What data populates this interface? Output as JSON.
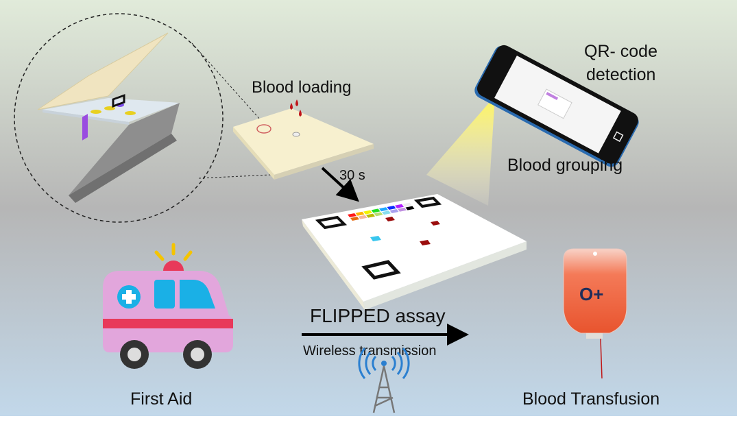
{
  "labels": {
    "blood_loading": "Blood loading",
    "time": "30 s",
    "qr_line1": "QR- code",
    "qr_line2": "detection",
    "blood_grouping": "Blood grouping",
    "flipped_assay": "FLIPPED assay",
    "wireless": "Wireless transmission",
    "first_aid": "First Aid",
    "blood_transfusion": "Blood Transfusion",
    "blood_type": "O+"
  },
  "colors": {
    "bg_top": "#dfe9d8",
    "bg_mid": "#b5b5b5",
    "bg_bottom": "#c3d7e8",
    "blood": "#9b0d0d",
    "cyan": "#39c6ee",
    "ambulance_body": "#e2a6dc",
    "ambulance_stripe": "#e8395a",
    "ambulance_window": "#1ab0e6",
    "bag": "#f0684a"
  },
  "palette": [
    "#ff1a1a",
    "#ffb300",
    "#f2f200",
    "#22dd22",
    "#1ea8ff",
    "#0a2cff",
    "#b020ff",
    "#eeeeee",
    "#e66a10",
    "#f4b8a0",
    "#b9b900",
    "#b9dd70",
    "#88ddee",
    "#a8a0ee",
    "#c090e0",
    "#000000"
  ]
}
